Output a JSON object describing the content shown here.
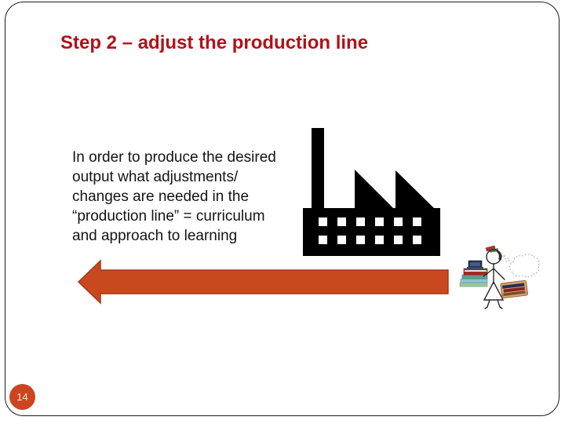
{
  "slide": {
    "title": "Step 2 – adjust the production line",
    "body_lines": [
      "In order to produce the desired",
      "output what adjustments/",
      "changes are needed in the",
      "“production line” = curriculum",
      "and approach to learning"
    ],
    "page_number": "14",
    "colors": {
      "title_color": "#b01218",
      "body_color": "#141414",
      "arrow_fill": "#c9481e",
      "arrow_stroke": "#a03a16",
      "page_circle": "#cb4520",
      "page_text": "#f2e9d7",
      "frame_border": "#1c1c1c",
      "factory_color": "#000000"
    },
    "icons": {
      "factory": "factory-icon (black silhouette: chimney, two sawtooth roofs, 6x2 white windows)",
      "arrow": "left-arrow-shape (orange block arrow pointing left)",
      "clipart": "student-with-books-clipart (stick figure, book stack, dotted thought cloud, basket of books)"
    }
  }
}
